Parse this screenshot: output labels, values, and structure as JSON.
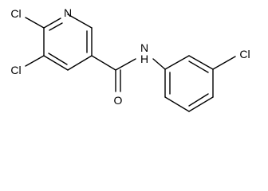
{
  "atoms": {
    "cl_6": "Cl",
    "cl_5": "Cl",
    "n_ring": "N",
    "o_carbonyl": "O",
    "nh": "N",
    "h_amide": "H",
    "cl_meta": "Cl"
  },
  "colors": {
    "bond": "#000000",
    "label": "#000000",
    "background": "#ffffff"
  }
}
